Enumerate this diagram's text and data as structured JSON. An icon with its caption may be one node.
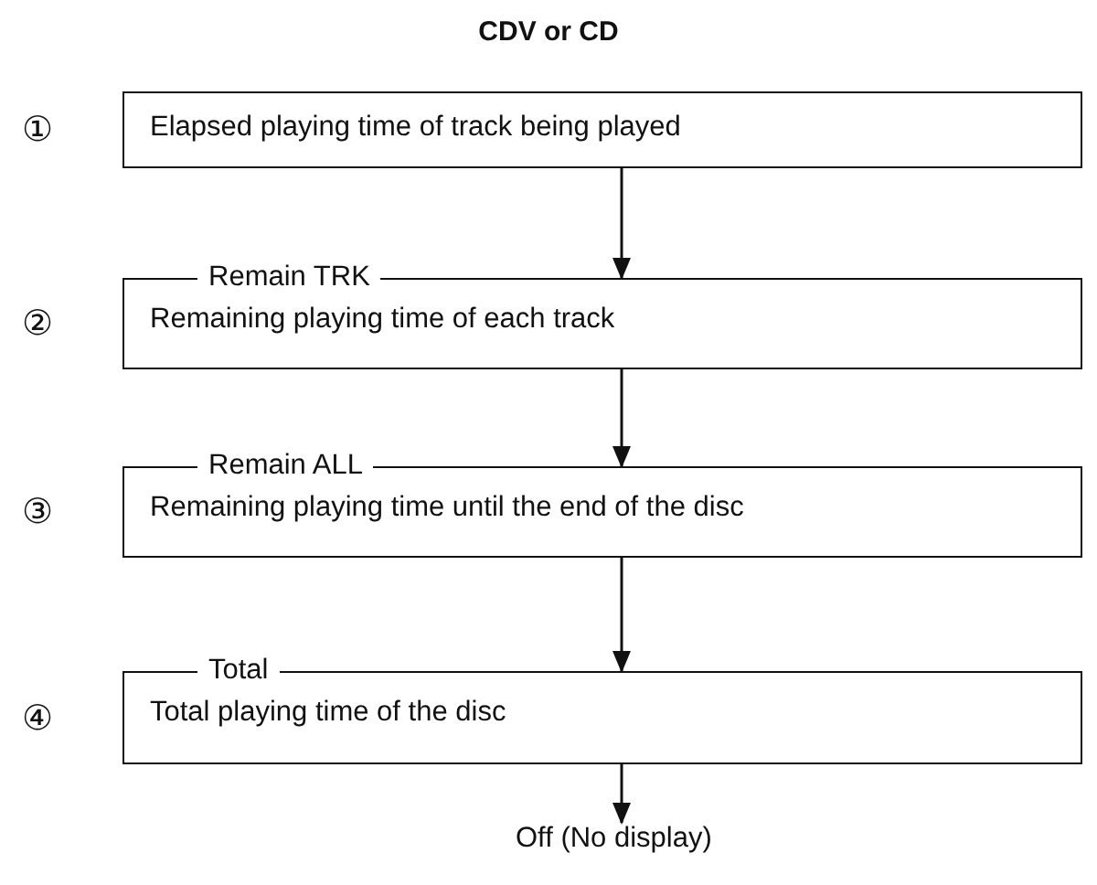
{
  "diagram": {
    "title": "CDV or CD",
    "nodes": [
      {
        "text": [
          "Elapsed playing time of track being played"
        ],
        "beside": [
          "①"
        ]
      },
      {
        "text": [
          "Remain TRK",
          "Remaining playing time of each track"
        ],
        "beside": [
          "②"
        ]
      },
      {
        "text": [
          "Remain ALL",
          "Remaining playing time until the end of the disc"
        ],
        "beside": [
          "③"
        ]
      },
      {
        "text": [
          "Total",
          "Total playing time of the disc"
        ],
        "beside": [
          "④"
        ]
      },
      {
        "text": [
          "Off (No display)"
        ]
      }
    ],
    "edges": [
      {
        "from": 0,
        "to": 1,
        "arrow": "to"
      },
      {
        "from": 1,
        "to": 2,
        "arrow": "to"
      },
      {
        "from": 2,
        "to": 3,
        "arrow": "to"
      },
      {
        "from": 3,
        "to": 4,
        "arrow": "to"
      }
    ]
  }
}
